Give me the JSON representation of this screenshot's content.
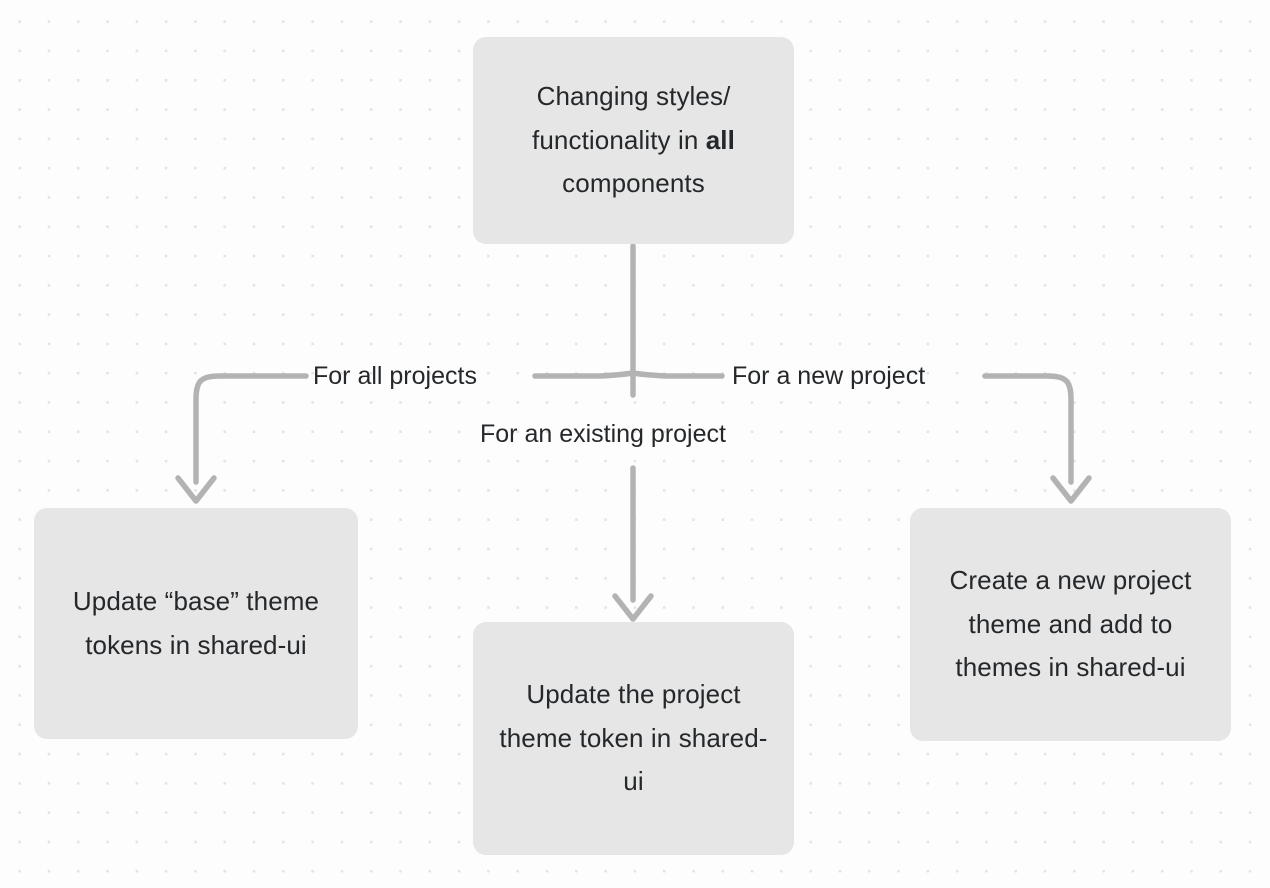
{
  "diagram": {
    "type": "flowchart",
    "title": "Changing styles/functionality in all components",
    "background": "#fdfdfd",
    "node_fill": "#e6e6e6",
    "edge_color": "#b3b3b3",
    "text_color": "#25282b",
    "nodes": [
      {
        "id": "root",
        "text_line1": "Changing styles/",
        "text_line2_pre": "functionality in ",
        "text_line2_bold": "all",
        "text_line3": "components"
      },
      {
        "id": "base",
        "text": "Update “base” theme tokens in shared-ui"
      },
      {
        "id": "project",
        "text": "Update the project theme token in shared-ui"
      },
      {
        "id": "new",
        "text": "Create a new project theme and add to themes in shared-ui"
      }
    ],
    "edges": [
      {
        "id": "edge-all",
        "from": "root",
        "to": "base",
        "label": "For all projects"
      },
      {
        "id": "edge-existing",
        "from": "root",
        "to": "project",
        "label": "For an existing project"
      },
      {
        "id": "edge-new",
        "from": "root",
        "to": "new",
        "label": "For a new project"
      }
    ]
  }
}
